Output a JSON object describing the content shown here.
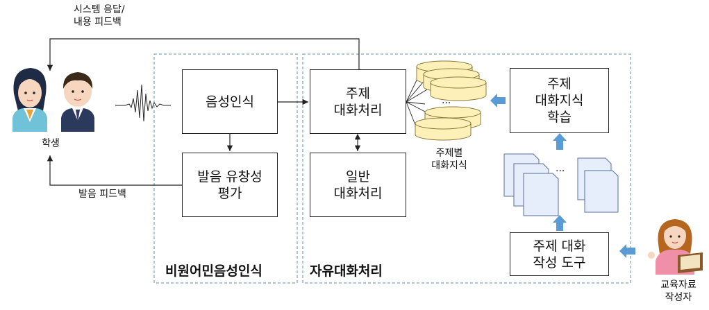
{
  "feedback_top": "시스템 응답/\n내용 피드백",
  "feedback_bottom": "발음 피드백",
  "student_label": "학생",
  "author_label": "교육자료\n작성자",
  "sections": {
    "nonnative": "비원어민음성인식",
    "free_dialogue": "자유대화처리"
  },
  "boxes": {
    "speech_recognition": "음성인식",
    "pronunciation_eval": "발음 유창성\n평가",
    "topic_dialogue": "주제\n대화처리",
    "general_dialogue": "일반\n대화처리",
    "knowledge_learning": "주제\n대화지식\n학습",
    "authoring_tool": "주제 대화\n작성 도구"
  },
  "db_label": "주제별\n대화지식",
  "ellipsis": "...",
  "colors": {
    "dashed_border": "#7ea3c8",
    "block_arrow": "#5b9bd5",
    "db_fill": "#fdf0b8",
    "db_stroke": "#8a7a3a",
    "doc_fill": "#e6eefb",
    "doc_stroke": "#5a6d99"
  },
  "icons": [
    "female-student-icon",
    "male-student-icon",
    "voice-waveform-icon",
    "database-icon",
    "document-icon",
    "teacher-icon"
  ]
}
